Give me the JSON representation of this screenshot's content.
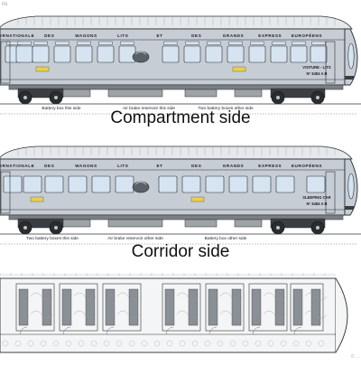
{
  "watermark": "ris",
  "copyright": "© ...",
  "compartment": {
    "caption": "Compartment side",
    "roof_words": [
      "INTERNATIONALE",
      "DES",
      "WAGONS",
      "LITS",
      "ET",
      "DES",
      "GRANDS",
      "EXPRESS",
      "EUROPÉENS"
    ],
    "end_plate_line1": "VOITURE - LITS",
    "end_plate_line2": "Nº 3494 A B",
    "notes": [
      "Battery box this side",
      "Air brake reservoir this side",
      "Two battery boxes other side"
    ]
  },
  "corridor": {
    "caption": "Corridor side",
    "roof_words": [
      "INTERNATIONALE",
      "DES",
      "WAGONS",
      "LITS",
      "ET",
      "DES",
      "GRANDS",
      "EXPRESS",
      "EUROPÉENS"
    ],
    "end_plate_line1": "SLEEPING CAR",
    "end_plate_line2": "Nº 3494 A B",
    "notes": [
      "Two battery boxes this side",
      "Air brake reservoir other side",
      "Battery box other side"
    ]
  },
  "colors": {
    "body": "#c7cdd4",
    "window": "#d6e4f2",
    "roof": "#e6e9ec",
    "line": "#2b2f33",
    "underframe": "#7b8085",
    "plan_bg": "#f4f5f6"
  }
}
